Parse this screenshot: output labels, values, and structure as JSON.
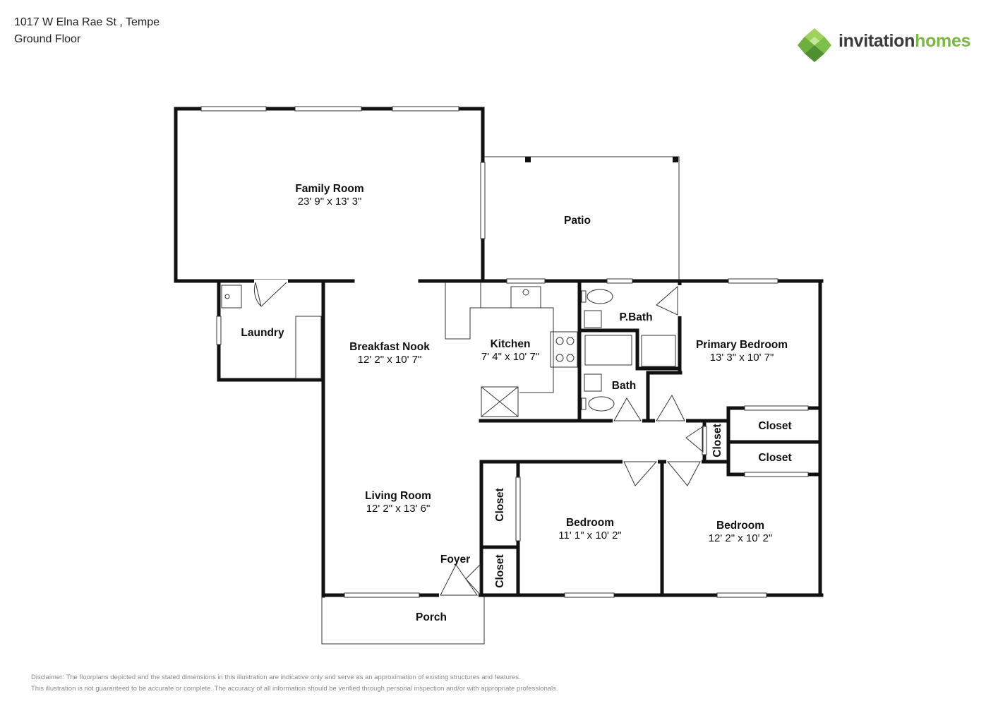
{
  "header": {
    "address": "1017 W Elna Rae St , Tempe",
    "floor": "Ground Floor"
  },
  "brand": {
    "name_part1": "invitation",
    "name_part2": "homes",
    "green": "#7ab843",
    "dark": "#3a3a3a",
    "logo_icon": "diamond-cube-icon"
  },
  "rooms": {
    "family_room": {
      "name": "Family Room",
      "dims": "23' 9\" x 13' 3\""
    },
    "patio": {
      "name": "Patio"
    },
    "laundry": {
      "name": "Laundry"
    },
    "breakfast_nook": {
      "name": "Breakfast Nook",
      "dims": "12' 2\" x 10' 7\""
    },
    "kitchen": {
      "name": "Kitchen",
      "dims": "7' 4\" x 10' 7\""
    },
    "pbath": {
      "name": "P.Bath"
    },
    "bath": {
      "name": "Bath"
    },
    "primary_bedroom": {
      "name": "Primary Bedroom",
      "dims": "13' 3\" x 10' 7\""
    },
    "closet_a": {
      "name": "Closet"
    },
    "closet_b": {
      "name": "Closet"
    },
    "closet_hall": {
      "name": "Closet"
    },
    "living_room": {
      "name": "Living Room",
      "dims": "12' 2\" x 13' 6\""
    },
    "closet_living": {
      "name": "Closet"
    },
    "closet_foyer": {
      "name": "Closet"
    },
    "foyer": {
      "name": "Foyer"
    },
    "bedroom_1": {
      "name": "Bedroom",
      "dims": "11' 1\" x 10' 2\""
    },
    "bedroom_2": {
      "name": "Bedroom",
      "dims": "12' 2\" x 10' 2\""
    },
    "porch": {
      "name": "Porch"
    }
  },
  "disclaimer": {
    "line1": "Disclaimer: The floorplans depicted and the stated dimensions in this illustration are indicative only and serve as an approximation of existing structures and features.",
    "line2": "This illustration is not guaranteed to be accurate or complete. The accuracy of all information should be verified through personal inspection and/or with appropriate professionals."
  }
}
